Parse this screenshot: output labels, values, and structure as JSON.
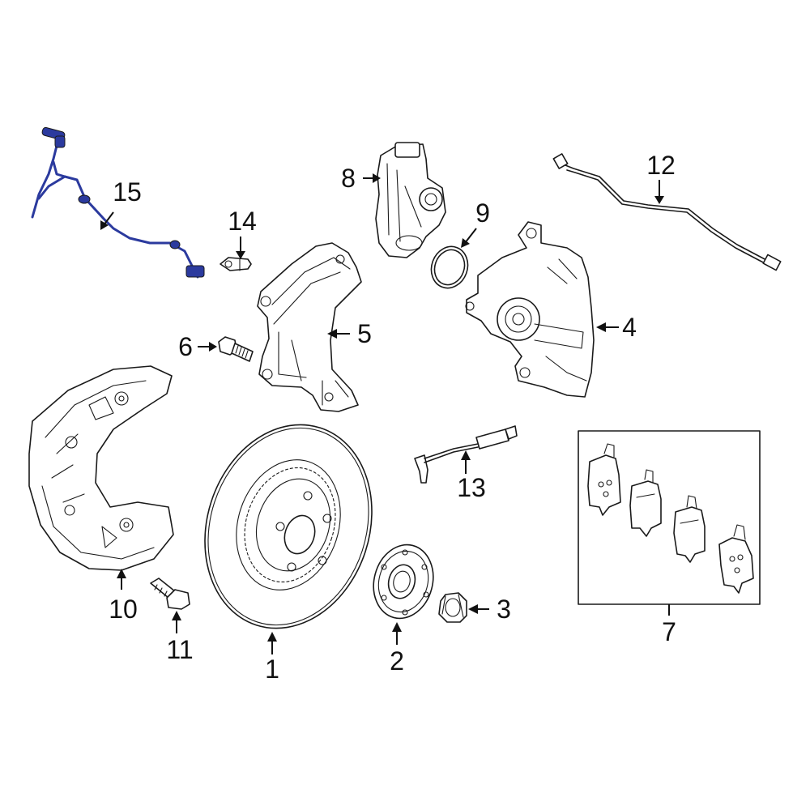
{
  "colors": {
    "line": "#1a1a1a",
    "highlight": "#2b3a9e",
    "background": "#ffffff"
  },
  "callouts": {
    "c1": "1",
    "c2": "2",
    "c3": "3",
    "c4": "4",
    "c5": "5",
    "c6": "6",
    "c7": "7",
    "c8": "8",
    "c9": "9",
    "c10": "10",
    "c11": "11",
    "c12": "12",
    "c13": "13",
    "c14": "14",
    "c15": "15"
  }
}
